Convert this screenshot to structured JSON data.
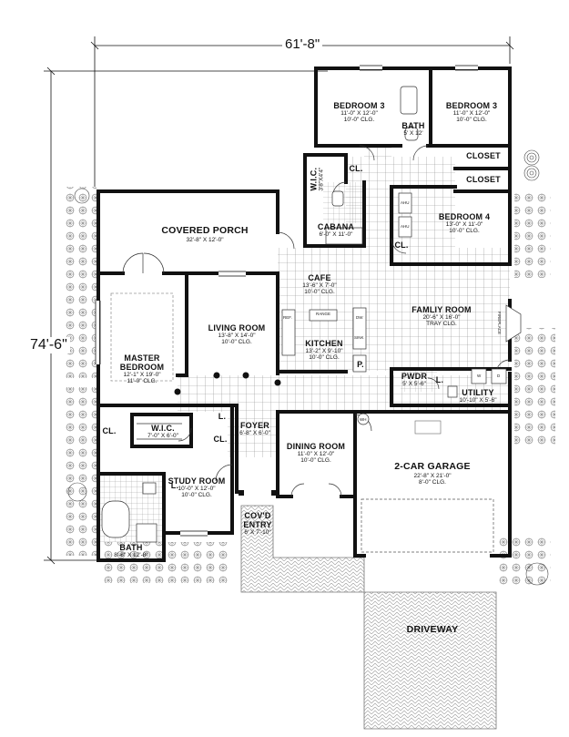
{
  "dimensions": {
    "width": "61'-8\"",
    "depth": "74'-6\""
  },
  "rooms": [
    {
      "id": "bedroom3a",
      "name": "BEDROOM 3",
      "dims": "11'-0\" X 12'-0\"",
      "clg": "10'-0\" CLG."
    },
    {
      "id": "bedroom3b",
      "name": "BEDROOM 3",
      "dims": "11'-0\" X 12'-0\"",
      "clg": "10'-0\" CLG."
    },
    {
      "id": "bath_upper",
      "name": "BATH",
      "dims": "5' X 12'",
      "clg": ""
    },
    {
      "id": "wic_upper",
      "name": "W.I.C.",
      "dims": "3'8\"X4'4\"",
      "clg": ""
    },
    {
      "id": "closet1",
      "name": "CLOSET",
      "dims": "",
      "clg": ""
    },
    {
      "id": "closet2",
      "name": "CLOSET",
      "dims": "",
      "clg": ""
    },
    {
      "id": "bedroom4",
      "name": "BEDROOM 4",
      "dims": "13'-0\" X 11'-0\"",
      "clg": "10'-0\" CLG."
    },
    {
      "id": "cabana",
      "name": "CABANA",
      "dims": "6'-0\" X 11'-0\"",
      "clg": ""
    },
    {
      "id": "covered_porch",
      "name": "COVERED PORCH",
      "dims": "32'-8\" X 12'-0\"",
      "clg": ""
    },
    {
      "id": "cafe",
      "name": "CAFE",
      "dims": "13'-6\" X 7'-0\"",
      "clg": "10'-0\" CLG."
    },
    {
      "id": "family_room",
      "name": "FAMLIY ROOM",
      "dims": "20'-6\" X 16'-0\"",
      "clg": "TRAY CLG."
    },
    {
      "id": "master_bedroom",
      "name": "MASTER\nBEDROOM",
      "dims": "12'-1\" X 19'-0\"",
      "clg": "11'-0\" CLG."
    },
    {
      "id": "living_room",
      "name": "LIVING ROOM",
      "dims": "13'-8\" X 14'-0\"",
      "clg": "10'-0\" CLG."
    },
    {
      "id": "kitchen",
      "name": "KITCHEN",
      "dims": "13'-2\" X 9'-10\"",
      "clg": "10'-0\" CLG."
    },
    {
      "id": "pwdr",
      "name": "PWDR",
      "dims": "5' X 5'-6\"",
      "clg": ""
    },
    {
      "id": "utility",
      "name": "UTILITY",
      "dims": "10'-10\" X 5'-6\"",
      "clg": ""
    },
    {
      "id": "wic_master",
      "name": "W.I.C.",
      "dims": "7'-0\" X 6'-0\"",
      "clg": ""
    },
    {
      "id": "foyer",
      "name": "FOYER",
      "dims": "6'-8\" X 6'-0\"",
      "clg": ""
    },
    {
      "id": "dining_room",
      "name": "DINING ROOM",
      "dims": "11'-0\" X 12'-0\"",
      "clg": "10'-0\" CLG."
    },
    {
      "id": "garage",
      "name": "2-CAR GARAGE",
      "dims": "22'-8\" X 21'-0\"",
      "clg": "8'-0\" CLG."
    },
    {
      "id": "study_room",
      "name": "STUDY ROOM",
      "dims": "10'-0\" X 12'-0\"",
      "clg": "10'-0\" CLG."
    },
    {
      "id": "covd_entry",
      "name": "COV'D\nENTRY",
      "dims": "6' X 7'-10\"",
      "clg": ""
    },
    {
      "id": "bath_master",
      "name": "BATH",
      "dims": "8'-8\" X 12'-8\"",
      "clg": ""
    },
    {
      "id": "driveway",
      "name": "DRIVEWAY",
      "dims": "",
      "clg": ""
    }
  ],
  "small_labels": {
    "cl_upper": "CL.",
    "cl_bed4": "CL.",
    "cl_master": "CL.",
    "cl_foyer": "CL.",
    "l_wic": "L.",
    "l_study": "L.",
    "l_pwdr": "L.",
    "ahu1": "AHU",
    "ahu2": "AHU",
    "ref": "REF.",
    "range": "RANGE",
    "dw": "DW",
    "sink": "SINK",
    "p": "P.",
    "fireplace": "FIREPLACE",
    "wh": "WH",
    "w": "W",
    "d": "D"
  },
  "colors": {
    "wall": "#111111",
    "tile": "#8c8c8c",
    "background": "#ffffff",
    "driveway": "#9a9a9a"
  }
}
